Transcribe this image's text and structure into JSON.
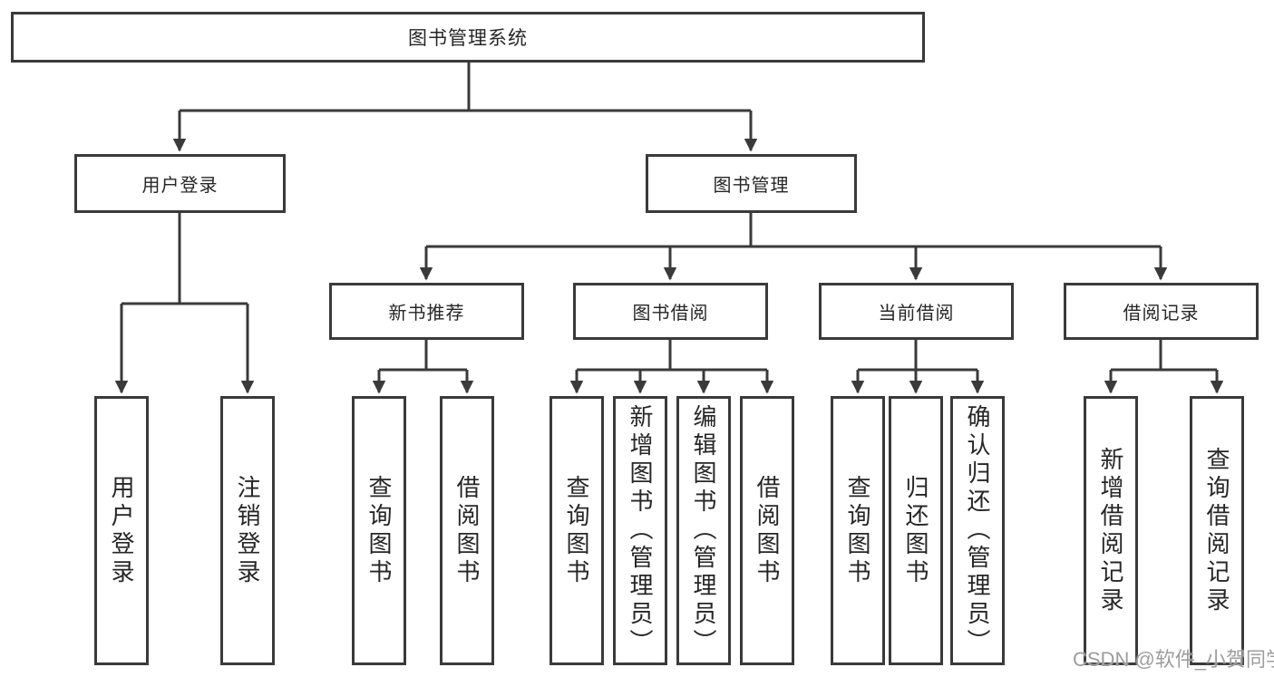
{
  "diagram": {
    "root": {
      "label": "图书管理系统"
    },
    "level2": {
      "user_login": {
        "label": "用户登录"
      },
      "book_mgmt": {
        "label": "图书管理"
      }
    },
    "level3": {
      "new_books": {
        "label": "新书推荐"
      },
      "book_borrow": {
        "label": "图书借阅"
      },
      "current_borrow": {
        "label": "当前借阅"
      },
      "borrow_records": {
        "label": "借阅记录"
      }
    },
    "leaves": {
      "user_login": {
        "label": "用户登录"
      },
      "logout": {
        "label": "注销登录"
      },
      "nb_query_books": {
        "label": "查询图书"
      },
      "nb_borrow_books": {
        "label": "借阅图书"
      },
      "bb_query_books": {
        "label": "查询图书"
      },
      "bb_add_books": {
        "label": "新增图书（管理员）"
      },
      "bb_edit_books": {
        "label": "编辑图书（管理员）"
      },
      "bb_borrow_books": {
        "label": "借阅图书"
      },
      "cb_query_books": {
        "label": "查询图书"
      },
      "cb_return_books": {
        "label": "归还图书"
      },
      "cb_confirm_return": {
        "label": "确认归还（管理员）"
      },
      "br_add_record": {
        "label": "新增借阅记录"
      },
      "br_query_record": {
        "label": "查询借阅记录"
      }
    }
  },
  "watermark": {
    "text": "CSDN @软件_小贺同学"
  },
  "colors": {
    "line": "#3a3a3a",
    "text": "#262626",
    "watermark": "#9d9d9d",
    "background": "#ffffff"
  }
}
